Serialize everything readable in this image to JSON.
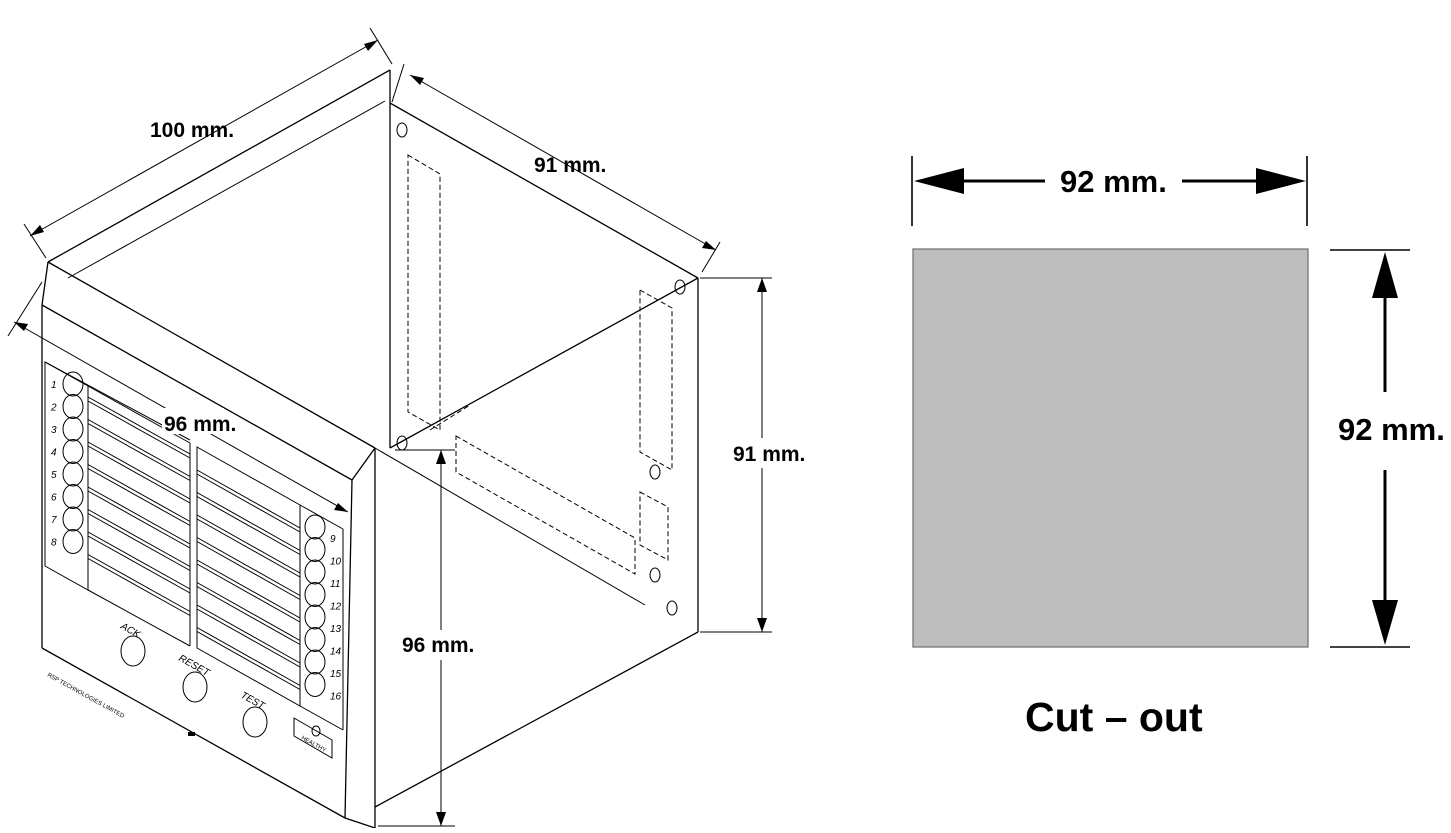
{
  "isometric": {
    "dim_length": "100 mm.",
    "dim_depth": "91 mm.",
    "dim_front_width": "96 mm.",
    "dim_side_height": "91 mm.",
    "dim_front_height": "96 mm.",
    "left_window_numbers": [
      "1",
      "2",
      "3",
      "4",
      "5",
      "6",
      "7",
      "8"
    ],
    "right_window_numbers": [
      "9",
      "10",
      "11",
      "12",
      "13",
      "14",
      "15",
      "16"
    ],
    "btn_ack": "ACK",
    "btn_reset": "RESET",
    "btn_test": "TEST",
    "brand": "RSP TECHNOLOGIES LIMITED",
    "power_label": "HEALTHY"
  },
  "cutout": {
    "width_label": "92 mm.",
    "height_label": "92 mm.",
    "caption": "Cut – out",
    "fill_color": "#bebebe"
  }
}
